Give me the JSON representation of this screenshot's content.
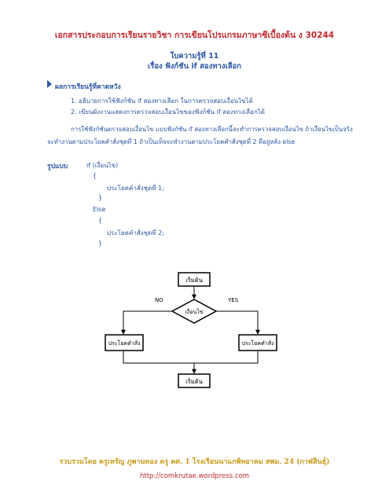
{
  "header": {
    "title": "เอกสารประกอบการเรียนรายวิชา การเขียนโปรแกรมภาษาซีเบื้องต้น  ง 30244"
  },
  "sheet": {
    "number": "ใบความรู้ที่ 11",
    "topic": "เรื่อง  ฟังก์ชัน if  สองทางเลือก"
  },
  "objectives": {
    "heading": "ผลการเรียนรู้ที่คาดหวัง",
    "items": [
      "1.   อธิบายการใช้ฟังก์ชัน if  สองทางเลือก ในการตรวจสอบเงื่อนไขได้",
      "2.   เขียนผังงานแสดงการตรวจสอบเงื่อนไขของฟังก์ชัน if สองทางเลือกได้"
    ]
  },
  "paragraph": "การใช้ฟังก์ชันตรวจสอบเงื่อนไข แบบฟังก์ชัน if  สองทางเลือกนี้จะทำการตรวจสอบเงื่อนไข  ถ้าเงื่อนไขเป็นจริงจะทำงานตามประโยคคำสั่งชุดที่ 1 ถ้าเป็นเท็จจะทำงานตามประโยคคำสั่งชุดที่ 2 ที่อยู่หลัง else",
  "syntax": {
    "label": "รูปแบบ",
    "lines": [
      "if (เงื่อนไข)",
      "{",
      "ประโยคคำสั่งชุดที่ 1;",
      "}",
      "Else",
      "{",
      "ประโยคคำสั่งชุดที่ 2;",
      "}"
    ]
  },
  "flowchart": {
    "start": "เริ่มต้น",
    "condition": "เงื่อนไข",
    "no_label": "NO",
    "yes_label": "YES",
    "left_box": "ประโยคคำสั่ง",
    "right_box": "ประโยคคำสั่ง",
    "end": "เริ่มต้น"
  },
  "footer": {
    "credit": "รวบรวมโดย  ครูเหรัญ  ภูพานทอง  ครู คศ. 1 โรงเรียนนาแกพิทยาคม  สพม. 24 (กาฬสินธุ์)",
    "url": "http://comkrutae.wordpress.com"
  }
}
